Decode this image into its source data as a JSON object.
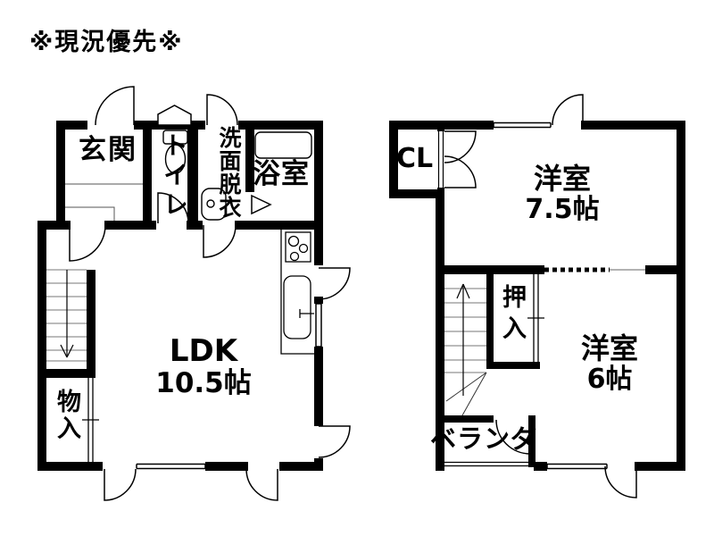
{
  "note": "※現況優先※",
  "floor1": {
    "genkan": "玄関",
    "toilet": "トイレ",
    "washroom": "洗面脱衣",
    "bathroom": "浴室",
    "ldk_name": "LDK",
    "ldk_size": "10.5帖",
    "storage": "物入"
  },
  "floor2": {
    "closet": "CL",
    "west_room_1_name": "洋室",
    "west_room_1_size": "7.5帖",
    "oshiire": "押入",
    "west_room_2_name": "洋室",
    "west_room_2_size": "6帖",
    "veranda": "ベランダ"
  },
  "colors": {
    "wall": "#000000",
    "line": "#000000",
    "tread": "#777777",
    "background": "#ffffff"
  }
}
